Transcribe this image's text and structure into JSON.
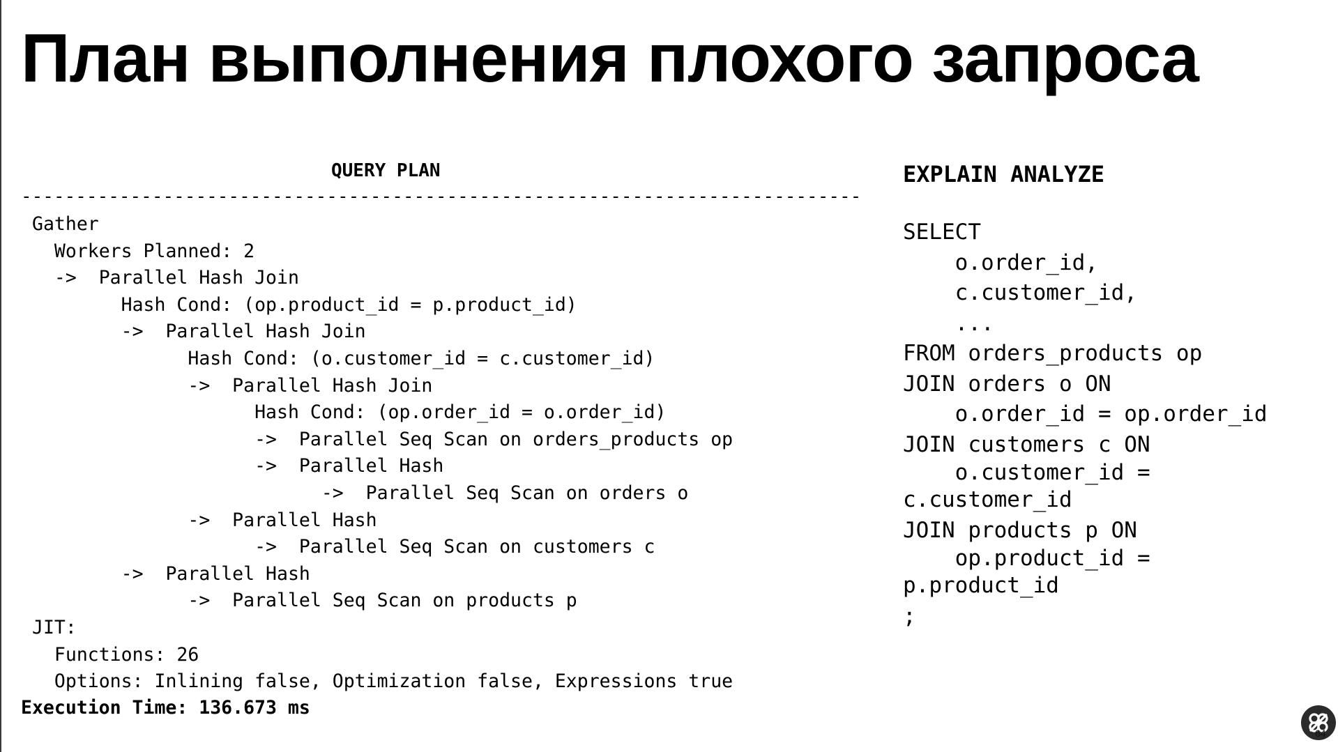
{
  "title": "План выполнения плохого запроса",
  "query_plan": {
    "header": "QUERY PLAN",
    "rule": "--------------------------------------------------------------------------------------------------------------------------------",
    "lines": [
      "Gather",
      "  Workers Planned: 2",
      "  ->  Parallel Hash Join",
      "        Hash Cond: (op.product_id = p.product_id)",
      "        ->  Parallel Hash Join",
      "              Hash Cond: (o.customer_id = c.customer_id)",
      "              ->  Parallel Hash Join",
      "                    Hash Cond: (op.order_id = o.order_id)",
      "                    ->  Parallel Seq Scan on orders_products op",
      "                    ->  Parallel Hash",
      "                          ->  Parallel Seq Scan on orders o",
      "              ->  Parallel Hash",
      "                    ->  Parallel Seq Scan on customers c",
      "        ->  Parallel Hash",
      "              ->  Parallel Seq Scan on products p",
      "JIT:",
      "  Functions: 26",
      "  Options: Inlining false, Optimization false, Expressions true"
    ],
    "execution_time": "Execution Time: 136.673 ms"
  },
  "explain": {
    "title": "EXPLAIN ANALYZE",
    "lines": [
      "SELECT",
      "    o.order_id,",
      "    c.customer_id,",
      "    ...",
      "FROM orders_products op",
      "JOIN orders o ON",
      "    o.order_id = op.order_id",
      "JOIN customers c ON",
      "    o.customer_id =",
      "c.customer_id",
      "JOIN products p ON",
      "    op.product_id =",
      "p.product_id",
      ";"
    ]
  },
  "footer": {
    "page_number": "64",
    "logo_icon": "conference-logo-icon"
  }
}
